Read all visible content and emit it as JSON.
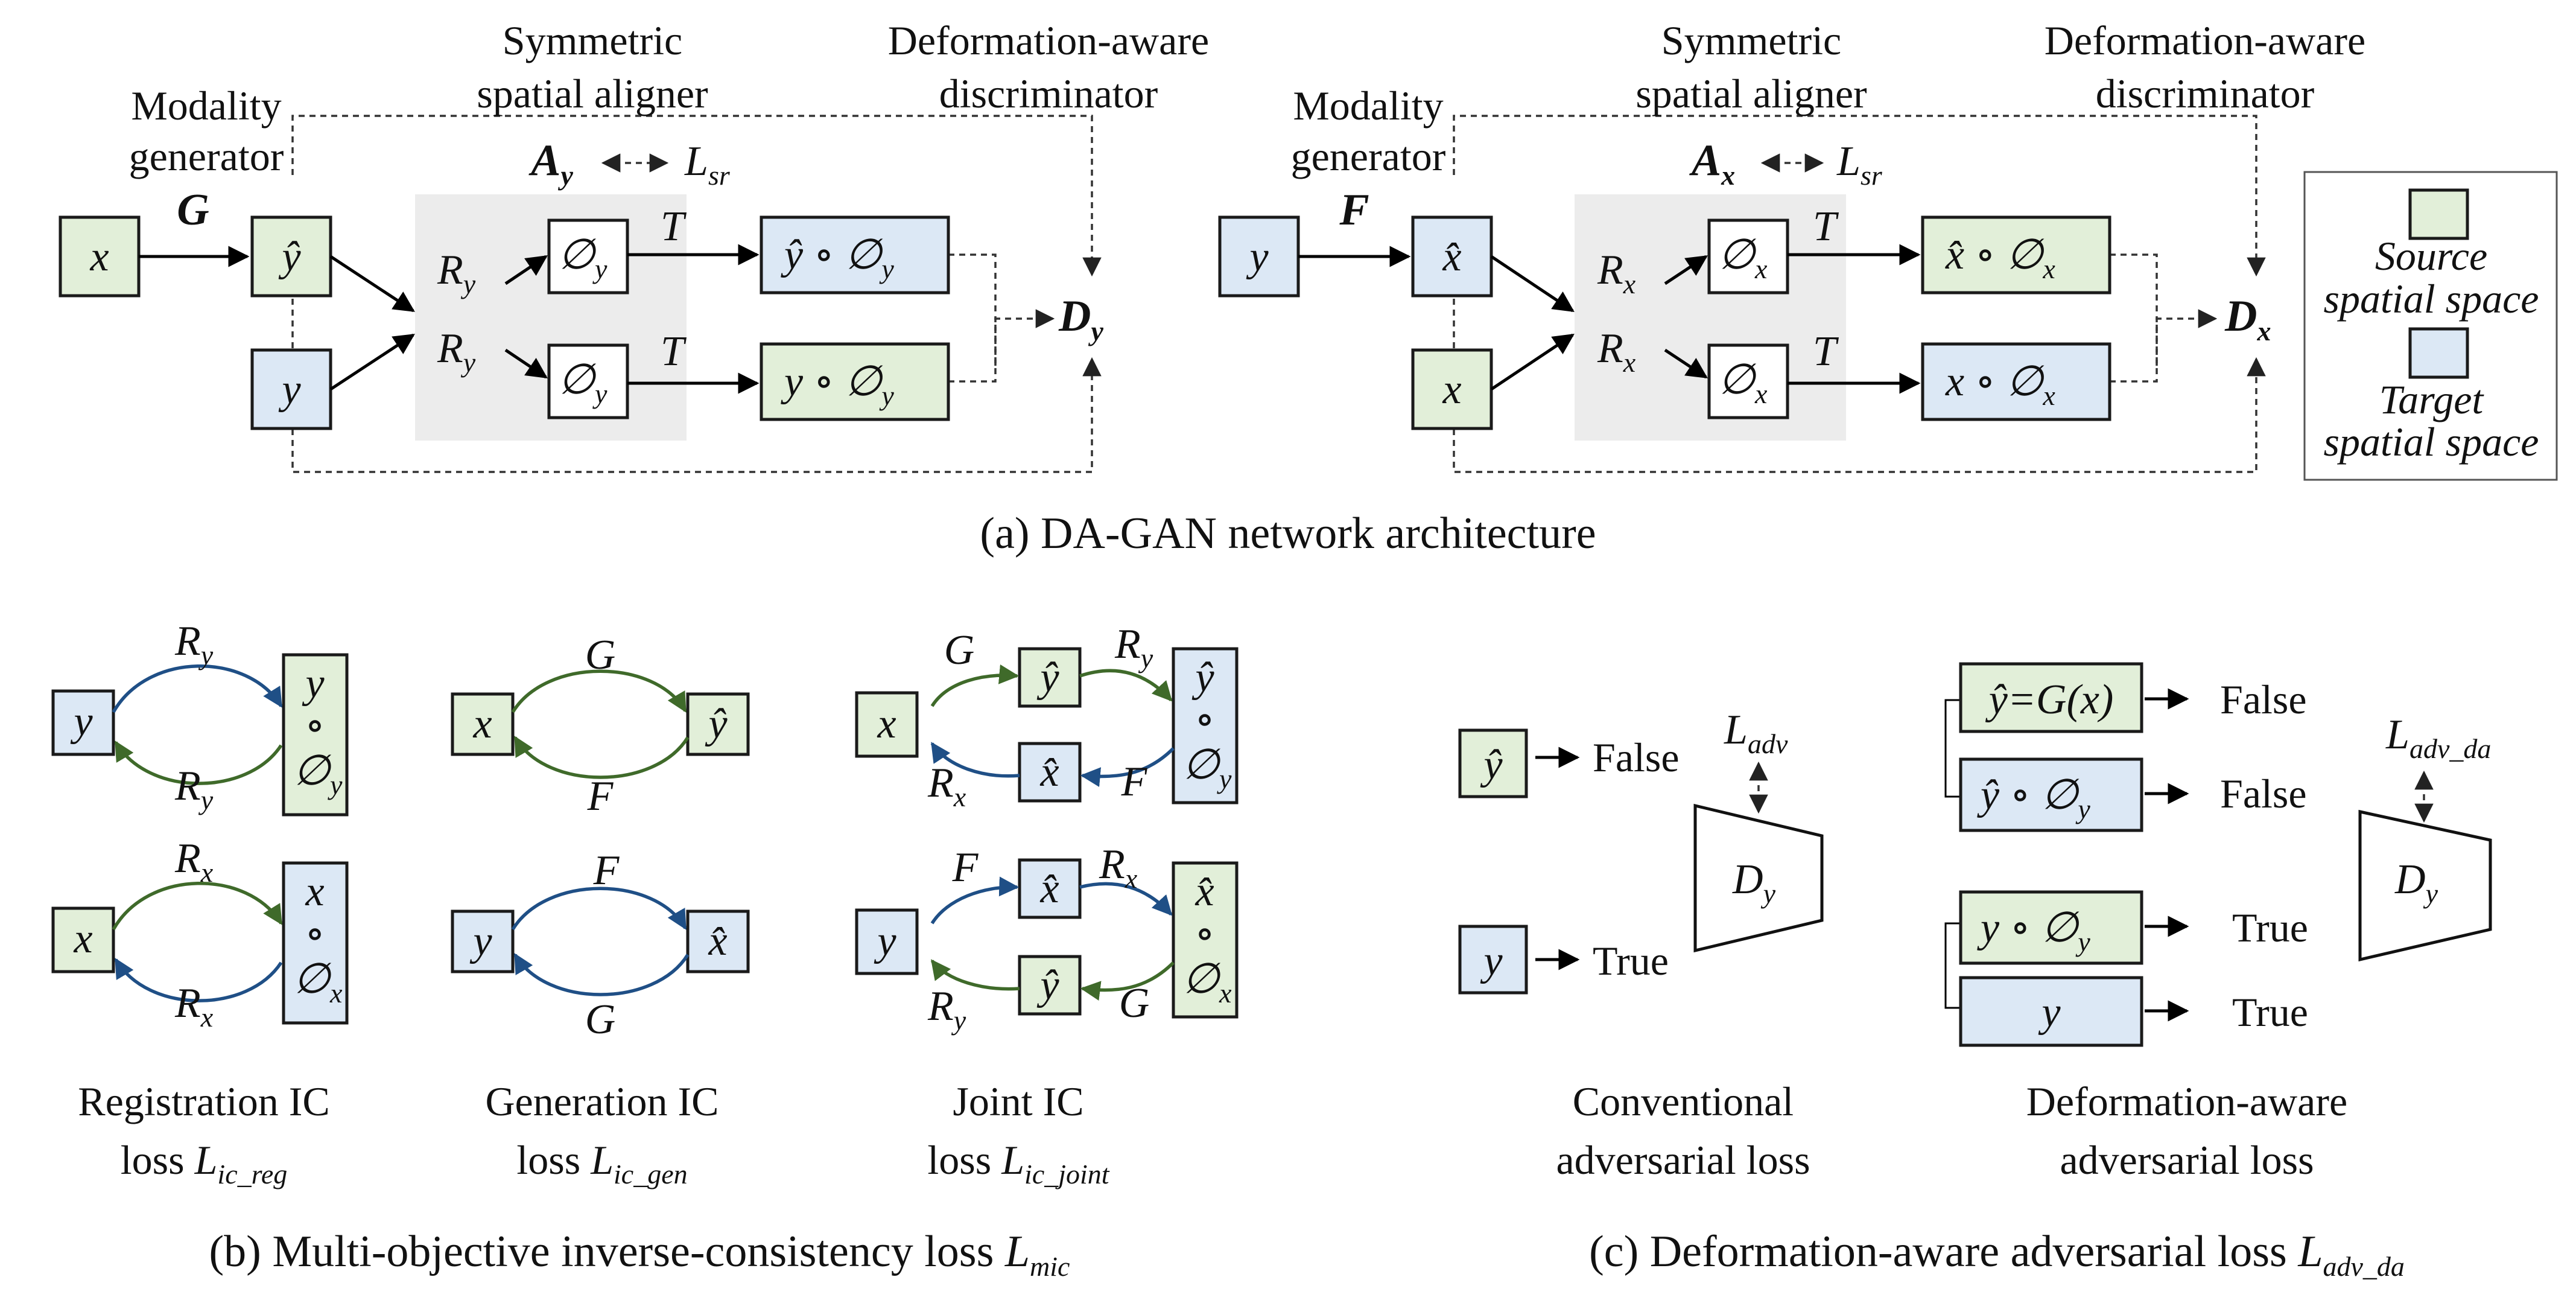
{
  "colors": {
    "source_fill": "#e2efd9",
    "target_fill": "#dce8f5",
    "aligner_bg": "#ececec",
    "green_arrow": "#3f6a2a",
    "blue_arrow": "#1f4f86"
  },
  "panel_a": {
    "caption": "(a) DA-GAN network architecture",
    "left": {
      "modality_generator": [
        "Modality",
        "generator"
      ],
      "aligner": [
        "Symmetric",
        "spatial aligner"
      ],
      "discriminator": [
        "Deformation-aware",
        "discriminator"
      ],
      "input": "x",
      "generator": "G",
      "generated": "ŷ",
      "real": "y",
      "aligner_name": "A",
      "aligner_sub": "y",
      "loss": "L",
      "loss_sub": "sr",
      "reg_fwd": "R",
      "reg_bwd": "R",
      "reg_sub": "y",
      "def_fwd": "∅",
      "def_bwd": "∅",
      "transform": "T",
      "out_top": "ŷ ∘ ∅",
      "out_bottom": "y ∘ ∅",
      "disc": "D",
      "disc_sub": "y"
    },
    "right": {
      "modality_generator": [
        "Modality",
        "generator"
      ],
      "aligner": [
        "Symmetric",
        "spatial aligner"
      ],
      "discriminator": [
        "Deformation-aware",
        "discriminator"
      ],
      "input": "y",
      "generator": "F",
      "generated": "x̂",
      "real": "x",
      "aligner_name": "A",
      "aligner_sub": "x",
      "loss": "L",
      "loss_sub": "sr",
      "reg_fwd": "R",
      "reg_bwd": "R",
      "reg_sub": "x",
      "def_fwd": "∅",
      "def_bwd": "∅",
      "transform": "T",
      "out_top": "x̂ ∘ ∅",
      "out_bottom": "x ∘ ∅",
      "disc": "D",
      "disc_sub": "x"
    },
    "legend": {
      "source": [
        "Source",
        "spatial space"
      ],
      "target": [
        "Target",
        "spatial space"
      ]
    }
  },
  "panel_b": {
    "caption_text": "(b) Multi-objective inverse-consistency loss ",
    "caption_loss": "L",
    "caption_sub": "mic",
    "registration": {
      "title": "Registration IC",
      "loss_word": "loss ",
      "loss": "L",
      "loss_sub": "ic_reg",
      "top": {
        "node": "y",
        "stack": [
          "y",
          "∘",
          "∅"
        ],
        "upper": "R",
        "lower": "R",
        "sub": "y",
        "def_sub": "y"
      },
      "bottom": {
        "node": "x",
        "stack": [
          "x",
          "∘",
          "∅"
        ],
        "upper": "R",
        "lower": "R",
        "sub": "x",
        "def_sub": "x"
      }
    },
    "generation": {
      "title": "Generation IC",
      "loss_word": "loss ",
      "loss": "L",
      "loss_sub": "ic_gen",
      "top": {
        "left": "x",
        "right": "ŷ",
        "upper": "G",
        "lower": "F"
      },
      "bottom": {
        "left": "y",
        "right": "x̂",
        "upper": "F",
        "lower": "G"
      }
    },
    "joint": {
      "title": "Joint IC",
      "loss_word": "loss ",
      "loss": "L",
      "loss_sub": "ic_joint",
      "top": {
        "left": "x",
        "mid_top": "ŷ",
        "mid_bottom": "x̂",
        "gen_top": "G",
        "gen_bottom": "F",
        "reg_top": "R",
        "reg_top_sub": "y",
        "reg_bottom": "R",
        "reg_bottom_sub": "x",
        "stack": [
          "ŷ",
          "∘",
          "∅"
        ],
        "stack_sub": "y"
      },
      "bottom": {
        "left": "y",
        "mid_top": "x̂",
        "mid_bottom": "ŷ",
        "gen_top": "F",
        "gen_bottom": "G",
        "reg_top": "R",
        "reg_top_sub": "x",
        "reg_bottom": "R",
        "reg_bottom_sub": "y",
        "stack": [
          "x̂",
          "∘",
          "∅"
        ],
        "stack_sub": "x"
      }
    }
  },
  "panel_c": {
    "caption_text": "(c) Deformation-aware adversarial loss ",
    "caption_loss": "L",
    "caption_sub": "adv_da",
    "conventional": {
      "title": [
        "Conventional",
        "adversarial loss"
      ],
      "fake": "ŷ",
      "real": "y",
      "fake_label": "False",
      "real_label": "True",
      "loss": "L",
      "loss_sub": "adv",
      "disc": "D",
      "disc_sub": "y"
    },
    "deformation_aware": {
      "title": [
        "Deformation-aware",
        "adversarial loss"
      ],
      "items": [
        {
          "text": "ŷ=G(x)",
          "label": "False"
        },
        {
          "text": "ŷ ∘ ∅",
          "label": "False"
        },
        {
          "text": "y ∘ ∅",
          "label": "True"
        },
        {
          "text": "y",
          "label": "True"
        }
      ],
      "loss": "L",
      "loss_sub": "adv_da",
      "disc": "D",
      "disc_sub": "y"
    }
  }
}
